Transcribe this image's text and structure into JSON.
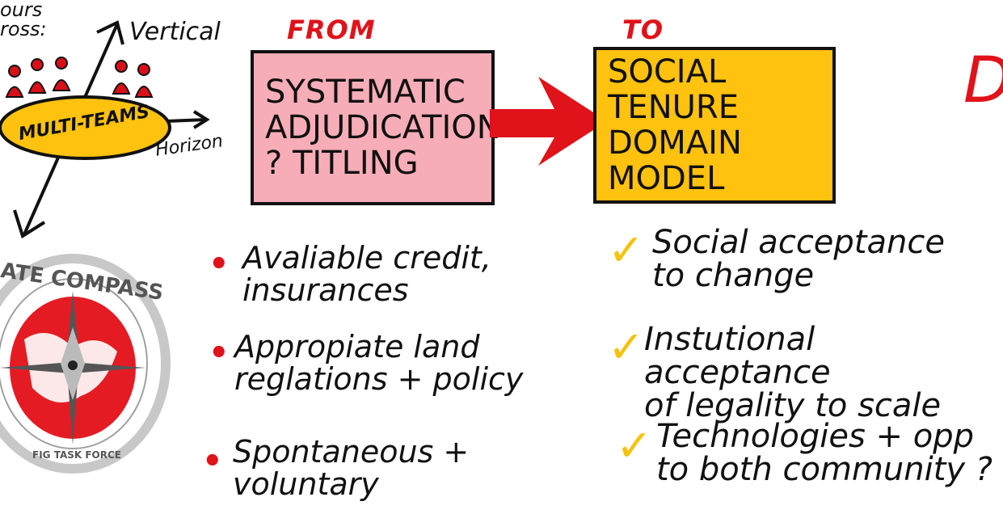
{
  "header_partial": "ours\nross:",
  "team_diagram": {
    "vertical_label": "Vertical",
    "horizontal_label": "Horizon",
    "center_label": "MULTI-TEAMS"
  },
  "from_label": "FROM",
  "to_label": "TO",
  "from_box": {
    "text": "SYSTEMATIC\nADJUDICATION\n? TITLING",
    "fill": "#f7adb7"
  },
  "to_box": {
    "text": "SOCIAL TENURE\nDOMAIN\nMODEL",
    "fill": "#ffc20e"
  },
  "arrow_color": "#e0121a",
  "right_partial_letter": "D",
  "left_bullets": [
    "Avaliable credit,\ninsurances",
    "Appropiate land\nreglations + policy",
    "Spontaneous +\nvoluntary"
  ],
  "right_checks": [
    "Social acceptance\nto change",
    "Instutional acceptance\nof legality to scale",
    "Technologies + opp\nto both community ?"
  ],
  "logo": {
    "top_text": "ATE COMPASS",
    "bottom_text": "FIG TASK FORCE",
    "ring_color": "#c8c8c8",
    "globe_color": "#e41b23"
  }
}
